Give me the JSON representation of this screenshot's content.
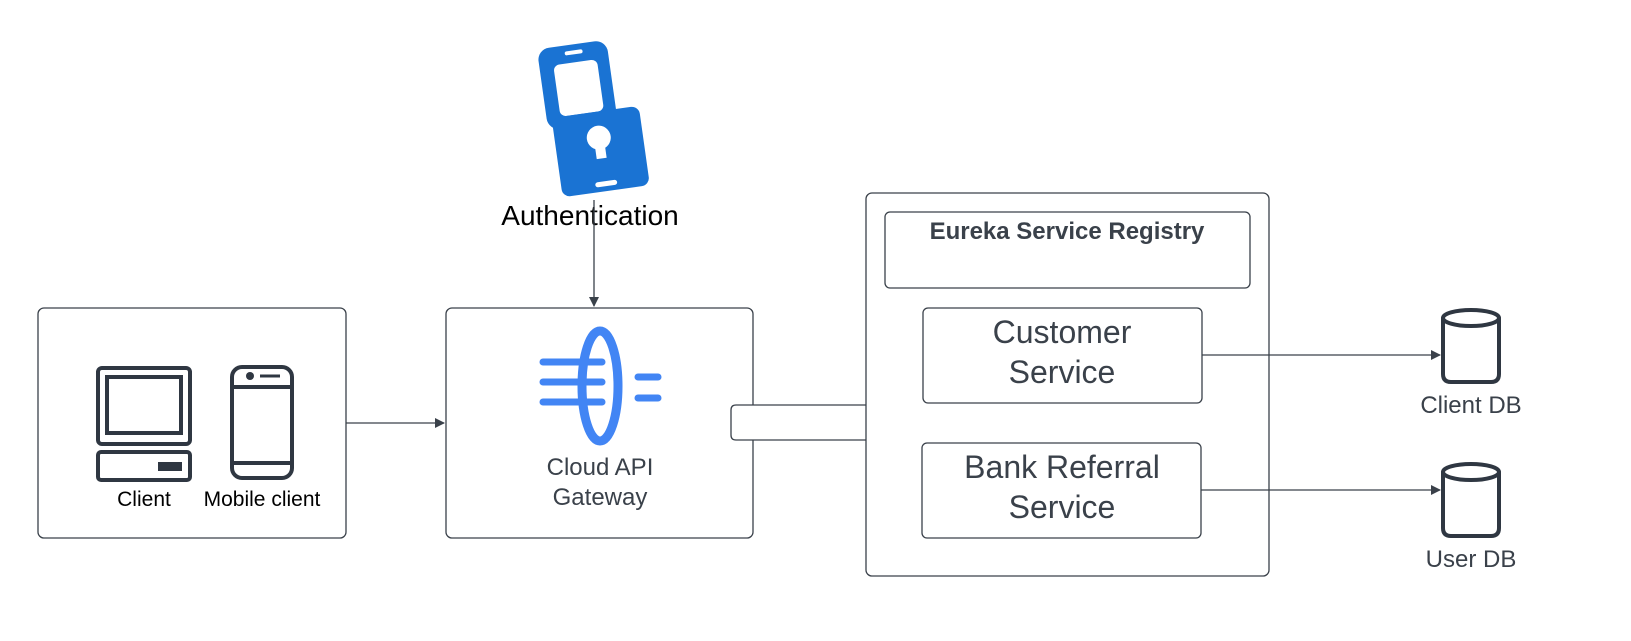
{
  "colors": {
    "stroke": "#3a414a",
    "blue": "#1a73d3",
    "gateway_blue": "#4285f4",
    "text": "#3a414a",
    "background": "#ffffff"
  },
  "icons": [
    "lock-icon",
    "desktop-computer-icon",
    "mobile-phone-icon",
    "cloud-api-gateway-icon",
    "database-icon",
    "block-arrow-icon"
  ],
  "auth": {
    "label": "Authentication"
  },
  "clients": {
    "client_label": "Client",
    "mobile_label": "Mobile client"
  },
  "gateway": {
    "line1": "Cloud API",
    "line2": "Gateway"
  },
  "registry": {
    "title": "Eureka Service Registry"
  },
  "customer_service": {
    "line1": "Customer",
    "line2": "Service"
  },
  "bank_service": {
    "line1": "Bank Referral",
    "line2": "Service"
  },
  "client_db": {
    "label": "Client DB"
  },
  "user_db": {
    "label": "User DB"
  }
}
